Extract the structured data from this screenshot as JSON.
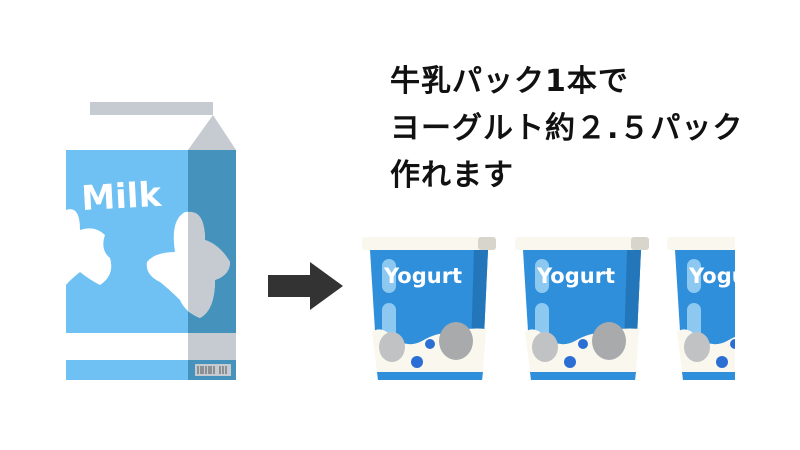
{
  "milk": {
    "label": "Milk"
  },
  "caption": {
    "lines": [
      "牛乳パック1本で",
      "ヨーグルト約２.５パック",
      "作れます"
    ]
  },
  "yogurt": {
    "label": "Yogurt"
  },
  "yogurt_count": 2.5,
  "colors": {
    "milk_blue": "#6fc1f3",
    "milk_side": "#4593bd",
    "gray": "#c5cbd1",
    "yogurt_blue": "#2f8fdb",
    "lid": "#faf8ee",
    "arrow": "#333333"
  }
}
